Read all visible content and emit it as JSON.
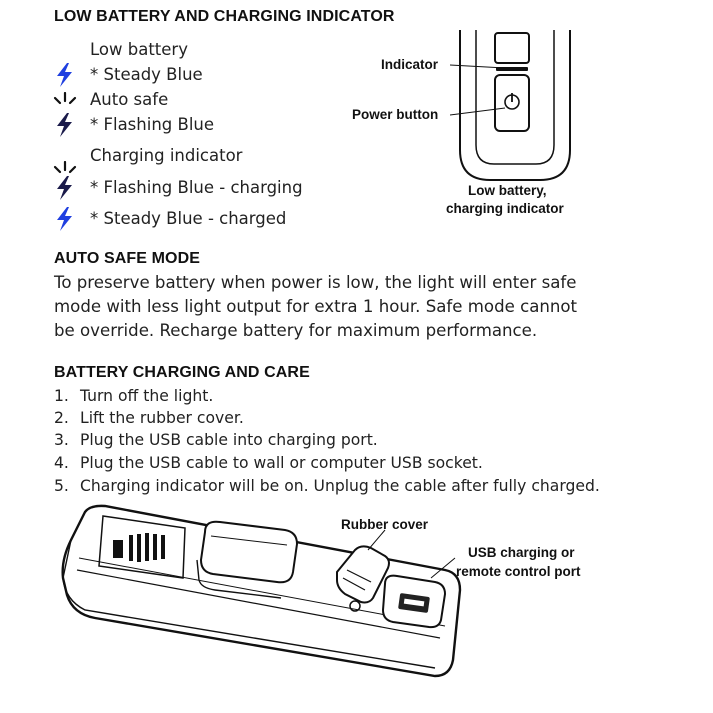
{
  "colors": {
    "accent_blue": "#1f3fe0",
    "ink": "#111111"
  },
  "section1": {
    "title": "LOW BATTERY AND CHARGING INDICATOR",
    "items": [
      {
        "text": "Low battery",
        "icon": "none"
      },
      {
        "text": "* Steady Blue",
        "icon": "bolt-icon"
      },
      {
        "text": "Auto safe",
        "icon": "flash-rays-icon"
      },
      {
        "text": "* Flashing Blue",
        "icon": "bolt-icon"
      },
      {
        "text": "Charging indicator",
        "icon": "flash-rays-icon"
      },
      {
        "text": "* Flashing Blue - charging",
        "icon": "bolt-icon"
      },
      {
        "text": "* Steady Blue - charged",
        "icon": "bolt-icon"
      }
    ],
    "diagram": {
      "indicator_label": "Indicator",
      "power_button_label": "Power button",
      "caption_line1": "Low battery,",
      "caption_line2": "charging indicator"
    }
  },
  "section2": {
    "title": "AUTO SAFE MODE",
    "lines": [
      "To preserve battery when power is low, the light will enter safe",
      "mode with less light output for extra 1 hour. Safe mode cannot",
      "be override. Recharge battery for maximum performance."
    ]
  },
  "section3": {
    "title": "BATTERY CHARGING AND CARE",
    "steps": [
      {
        "num": "1.",
        "text": "Turn off the light."
      },
      {
        "num": "2.",
        "text": "Lift the rubber cover."
      },
      {
        "num": "3.",
        "text": "Plug the USB cable into charging port."
      },
      {
        "num": "4.",
        "text": "Plug the USB cable to wall or computer USB socket."
      },
      {
        "num": "5.",
        "text": "Charging indicator will be on. Unplug the cable after fully charged."
      }
    ],
    "diagram": {
      "rubber_cover_label": "Rubber cover",
      "port_label_line1": "USB charging or",
      "port_label_line2": "remote control port"
    }
  }
}
